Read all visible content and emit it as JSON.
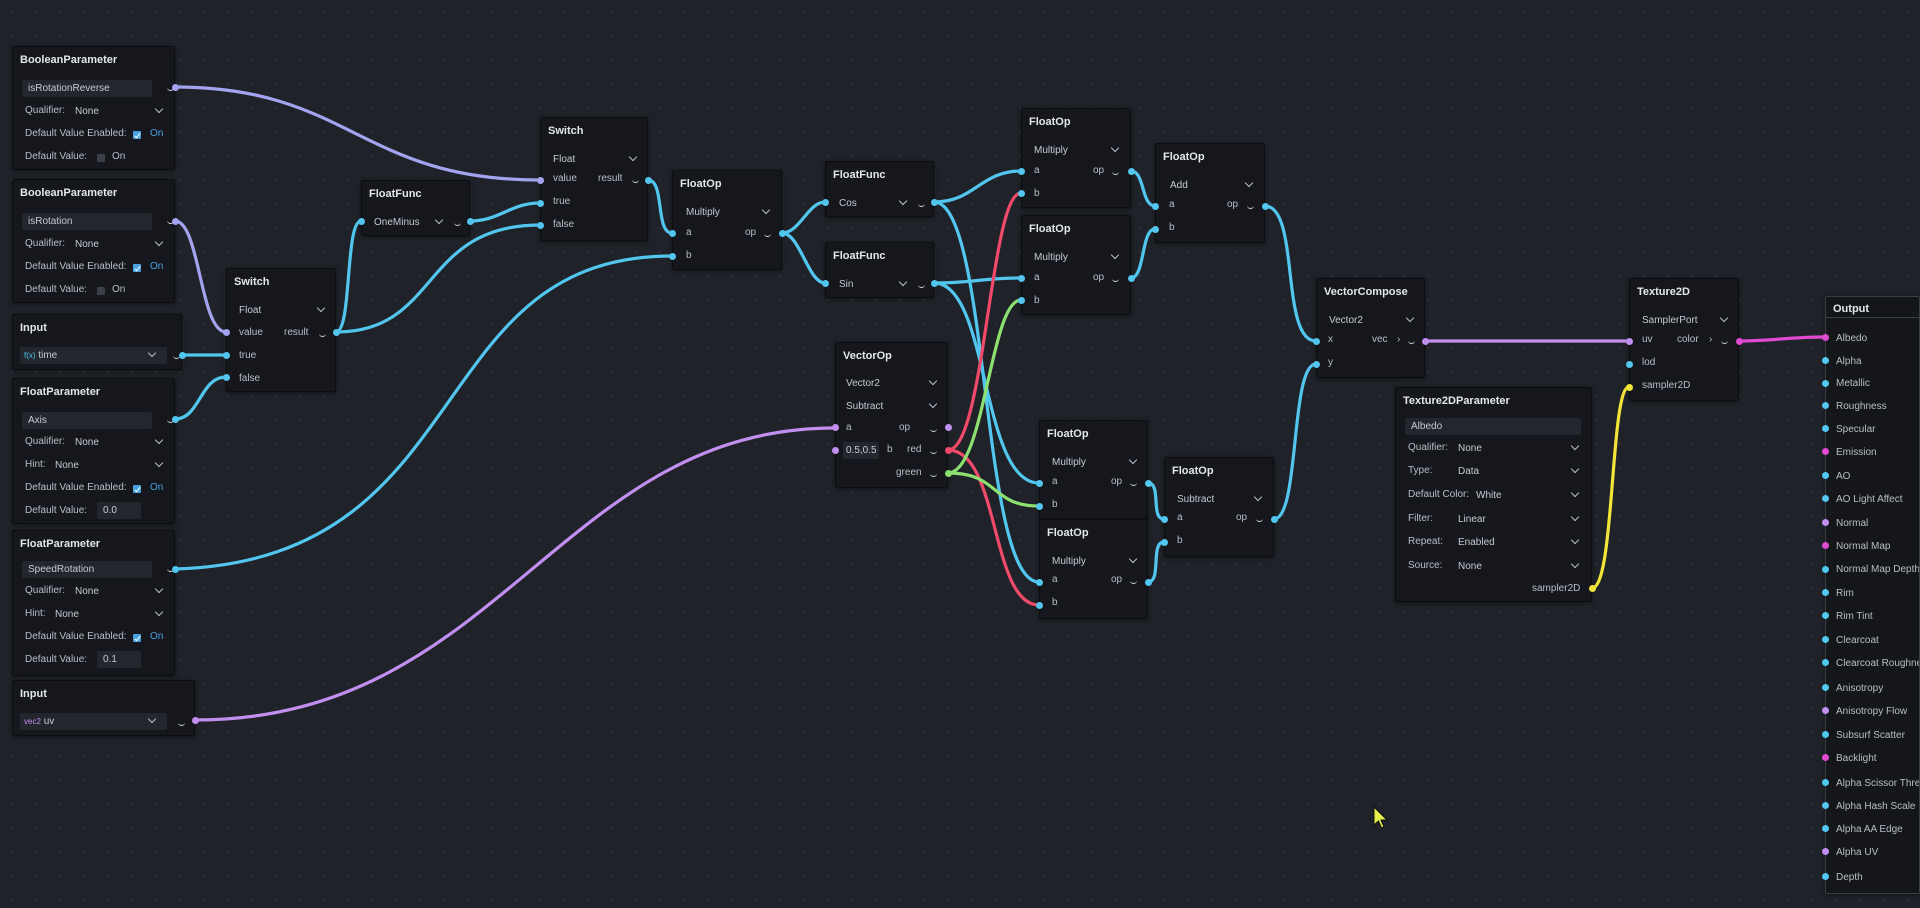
{
  "nodes": {
    "bool1": {
      "title": "BooleanParameter",
      "name": "isRotationReverse",
      "qualifier_label": "Qualifier:",
      "qualifier": "None",
      "dve_label": "Default Value Enabled:",
      "dve_value": "On",
      "dv_label": "Default Value:",
      "dv_value": "On"
    },
    "bool2": {
      "title": "BooleanParameter",
      "name": "isRotation",
      "qualifier_label": "Qualifier:",
      "qualifier": "None",
      "dve_label": "Default Value Enabled:",
      "dve_value": "On",
      "dv_label": "Default Value:",
      "dv_value": "On"
    },
    "input_time": {
      "title": "Input",
      "badge": "f(x)",
      "value": "time"
    },
    "float_axis": {
      "title": "FloatParameter",
      "name": "Axis",
      "qualifier_label": "Qualifier:",
      "qualifier": "None",
      "hint_label": "Hint:",
      "hint": "None",
      "dve_label": "Default Value Enabled:",
      "dve_value": "On",
      "dv_label": "Default Value:",
      "dv_value": "0.0"
    },
    "float_speed": {
      "title": "FloatParameter",
      "name": "SpeedRotation",
      "qualifier_label": "Qualifier:",
      "qualifier": "None",
      "hint_label": "Hint:",
      "hint": "None",
      "dve_label": "Default Value Enabled:",
      "dve_value": "On",
      "dv_label": "Default Value:",
      "dv_value": "0.1"
    },
    "input_uv": {
      "title": "Input",
      "badge": "vec2",
      "value": "uv"
    },
    "switch1": {
      "title": "Switch",
      "type": "Float",
      "value": "value",
      "result": "result",
      "true": "true",
      "false": "false"
    },
    "floatfunc_oneminus": {
      "title": "FloatFunc",
      "func": "OneMinus"
    },
    "switch2": {
      "title": "Switch",
      "type": "Float",
      "value": "value",
      "result": "result",
      "true": "true",
      "false": "false"
    },
    "floatop_mul1": {
      "title": "FloatOp",
      "op": "Multiply",
      "a": "a",
      "b": "b",
      "out": "op"
    },
    "floatfunc_cos": {
      "title": "FloatFunc",
      "func": "Cos"
    },
    "floatfunc_sin": {
      "title": "FloatFunc",
      "func": "Sin"
    },
    "vectorop": {
      "title": "VectorOp",
      "type": "Vector2",
      "op": "Subtract",
      "a": "a",
      "out": "op",
      "b_value": "0.5,0.5",
      "b": "b",
      "red": "red",
      "green": "green"
    },
    "floatop_top1": {
      "title": "FloatOp",
      "op": "Multiply",
      "a": "a",
      "b": "b",
      "out": "op"
    },
    "floatop_top2": {
      "title": "FloatOp",
      "op": "Multiply",
      "a": "a",
      "b": "b",
      "out": "op"
    },
    "floatop_add": {
      "title": "FloatOp",
      "op": "Add",
      "a": "a",
      "b": "b",
      "out": "op"
    },
    "floatop_mid1": {
      "title": "FloatOp",
      "op": "Multiply",
      "a": "a",
      "b": "b",
      "out": "op"
    },
    "floatop_mid2": {
      "title": "FloatOp",
      "op": "Multiply",
      "a": "a",
      "b": "b",
      "out": "op"
    },
    "floatop_sub": {
      "title": "FloatOp",
      "op": "Subtract",
      "a": "a",
      "b": "b",
      "out": "op"
    },
    "vectorcompose": {
      "title": "VectorCompose",
      "type": "Vector2",
      "x": "x",
      "y": "y",
      "out": "vec"
    },
    "tex2dparam": {
      "title": "Texture2DParameter",
      "name": "Albedo",
      "qualifier_label": "Qualifier:",
      "qualifier": "None",
      "type_label": "Type:",
      "type": "Data",
      "color_label": "Default Color:",
      "color": "White",
      "filter_label": "Filter:",
      "filter": "Linear",
      "repeat_label": "Repeat:",
      "repeat": "Enabled",
      "source_label": "Source:",
      "source": "None",
      "out": "sampler2D"
    },
    "texture2d": {
      "title": "Texture2D",
      "type": "SamplerPort",
      "uv": "uv",
      "lod": "lod",
      "sampler": "sampler2D",
      "out": "color"
    },
    "output": {
      "title": "Output",
      "items": [
        "Albedo",
        "Alpha",
        "Metallic",
        "Roughness",
        "Specular",
        "Emission",
        "AO",
        "AO Light Affect",
        "Normal",
        "Normal Map",
        "Normal Map Depth",
        "Rim",
        "Rim Tint",
        "Clearcoat",
        "Clearcoat Roughness",
        "Anisotropy",
        "Anisotropy Flow",
        "Subsurf Scatter",
        "Backlight",
        "Alpha Scissor Threshold",
        "Alpha Hash Scale",
        "Alpha AA Edge",
        "Alpha UV",
        "Depth"
      ]
    }
  },
  "colors": {
    "float": "#52c6ef",
    "bool": "#a3a3ef",
    "vector": "#c28ff0",
    "sampler": "#f2e43a",
    "color": "#e24ad2",
    "red": "#ef4a6a",
    "green": "#8de070",
    "accent": "#4aa3df"
  }
}
